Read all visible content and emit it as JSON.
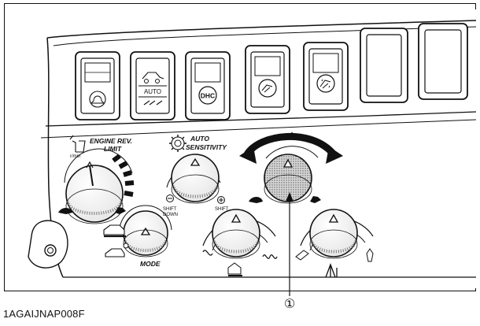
{
  "figure_id": "1AGAIJNAP008F",
  "callout": "①",
  "labels": {
    "engine_rev_limit": "ENGINE REV.\nLIMIT",
    "rpm": "r/min",
    "auto_sensitivity": "AUTO\nSENSITIVITY",
    "shift_down": "SHIFT\nDOWN",
    "shift": "SHIFT",
    "mode": "MODE",
    "switch_auto": "AUTO",
    "switch_dhc": "DHC"
  }
}
